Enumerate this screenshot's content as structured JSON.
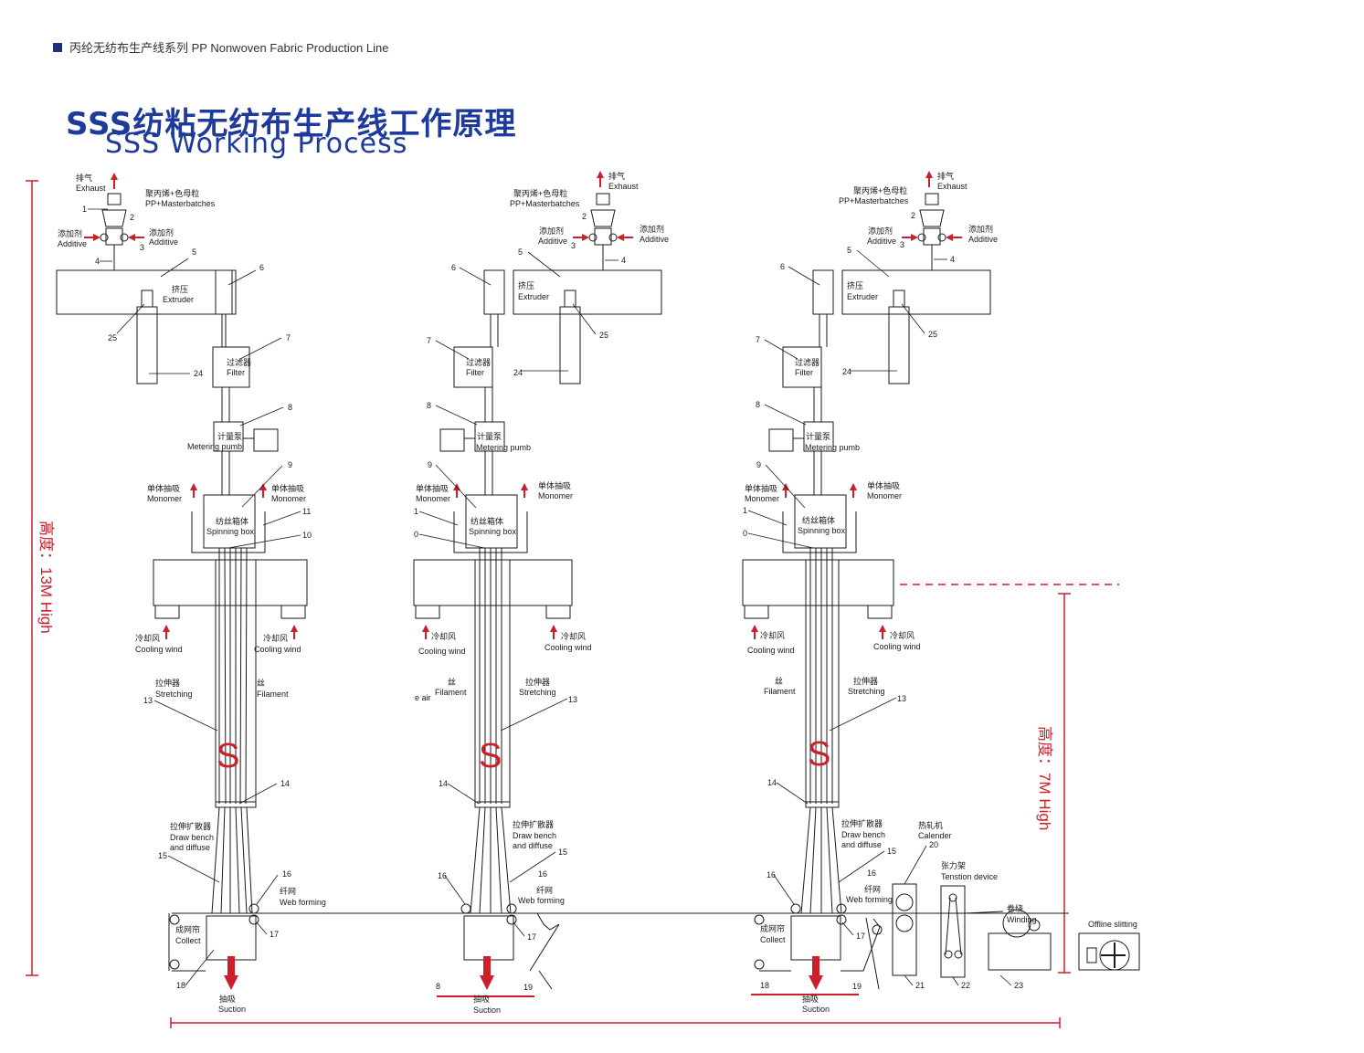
{
  "header": "丙纶无纺布生产线系列 PP Nonwoven Fabric Production Line",
  "title_cn": "SSS纺粘无纺布生产线工作原理",
  "title_en": "SSS Working Process",
  "height_13m": "高度：13M High",
  "height_7m": "高度：7M High",
  "colors": {
    "title": "#1e3a9a",
    "accent": "#cc1f2a",
    "line": "#1a1a1a"
  },
  "labels": {
    "exhaust_cn": "排气",
    "exhaust_en": "Exhaust",
    "pp_cn": "聚丙烯+色母粒",
    "pp_en": "PP+Masterbatches",
    "additive_cn": "添加剂",
    "additive_en": "Additive",
    "extruder_cn": "挤压",
    "extruder_en": "Extruder",
    "filter_cn": "过滤器",
    "filter_en": "Filter",
    "pump_cn": "计量泵",
    "pump_en": "Metering pumb",
    "monomer_cn": "单体抽吸",
    "monomer_en": "Monomer",
    "spin_cn": "纺丝箱体",
    "spin_en": "Spinning box",
    "cooling_cn": "冷却风",
    "cooling_en": "Cooling wind",
    "stretch_cn": "拉伸器",
    "stretch_en": "Stretching",
    "filament_cn": "丝",
    "filament_en": "Filament",
    "s": "S",
    "draw_cn": "拉伸扩散器",
    "draw_en1": "Draw bench",
    "draw_en2": "and diffuse",
    "web_cn": "纤网",
    "web_en": "Web forming",
    "collect_cn": "成网帘",
    "collect_en": "Collect",
    "suction_cn": "抽吸",
    "suction_en": "Suction",
    "calender_cn": "热轧机",
    "calender_en": "Calender",
    "tension_cn": "张力架",
    "tension_en": "Tenstion device",
    "winding_cn": "卷绕",
    "winding_en": "Winding",
    "offline": "Offline slitting",
    "air_partial": "e air"
  },
  "numbers": {
    "n1": "1",
    "n2": "2",
    "n3": "3",
    "n4": "4",
    "n5": "5",
    "n6": "6",
    "n7": "7",
    "n8": "8",
    "n9": "9",
    "n10": "10",
    "n11": "11",
    "n13": "13",
    "n14": "14",
    "n15": "15",
    "n16": "16",
    "n17": "17",
    "n18": "18",
    "n19": "19",
    "n20": "20",
    "n21": "21",
    "n22": "22",
    "n23": "23",
    "n24": "24",
    "n25": "25",
    "n0": "0",
    "n8b": "8"
  }
}
